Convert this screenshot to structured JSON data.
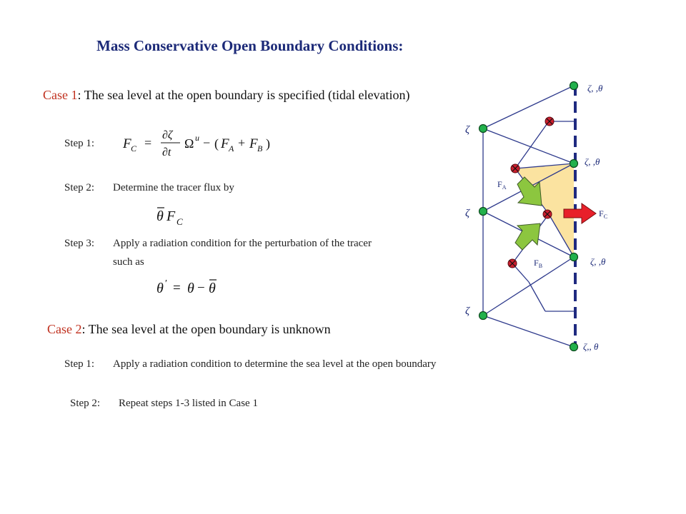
{
  "title": "Mass Conservative Open Boundary Conditions:",
  "case1": {
    "label": "Case 1",
    "text": ": The sea level at the open boundary is specified (tidal elevation)",
    "step1_label": "Step 1:",
    "step2_label": "Step 2:",
    "step2_text": "Determine the tracer flux by",
    "step3_label": "Step 3:",
    "step3_text": "Apply a radiation condition for  the perturbation of the tracer",
    "step3_text2": "such as"
  },
  "case2": {
    "label": "Case 2",
    "text": ": The sea level at the open boundary is unknown",
    "step1_label": "Step 1:",
    "step1_text": "Apply a radiation condition to determine the sea level at the open boundary",
    "step2_label": "Step 2:",
    "step2_text": "Repeat steps 1-3 listed in Case 1"
  },
  "diagram": {
    "zeta": "ζ",
    "zeta_theta": "ζ, ,θ",
    "zeta_theta_bottom": "ζ,, θ",
    "flux_a": "F",
    "flux_a_sub": "A",
    "flux_b": "F",
    "flux_b_sub": "B",
    "flux_c": "F",
    "flux_c_sub": "C"
  },
  "colors": {
    "title": "#1c2a78",
    "case_label": "#c0301e",
    "green_node": "#22b14c",
    "red_node": "#cc1f2f",
    "arrow_green": "#8cc63f",
    "arrow_red": "#e8202a",
    "triangle_fill": "#fbe3a0",
    "mesh_line": "#2e3a8c"
  }
}
